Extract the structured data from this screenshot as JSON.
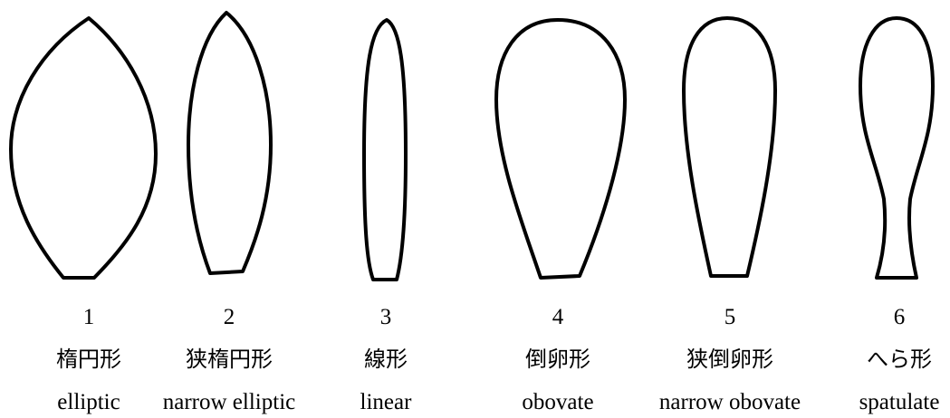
{
  "leaf_shapes": [
    {
      "number": "1",
      "name_ja": "楕円形",
      "name_en": "elliptic"
    },
    {
      "number": "2",
      "name_ja": "狭楕円形",
      "name_en": "narrow elliptic"
    },
    {
      "number": "3",
      "name_ja": "線形",
      "name_en": "linear"
    },
    {
      "number": "4",
      "name_ja": "倒卵形",
      "name_en": "obovate"
    },
    {
      "number": "5",
      "name_ja": "狭倒卵形",
      "name_en": "narrow obovate"
    },
    {
      "number": "6",
      "name_ja": "へら形",
      "name_en": "spatulate"
    }
  ],
  "colors": {
    "outline": "#000000",
    "background": "#ffffff"
  }
}
